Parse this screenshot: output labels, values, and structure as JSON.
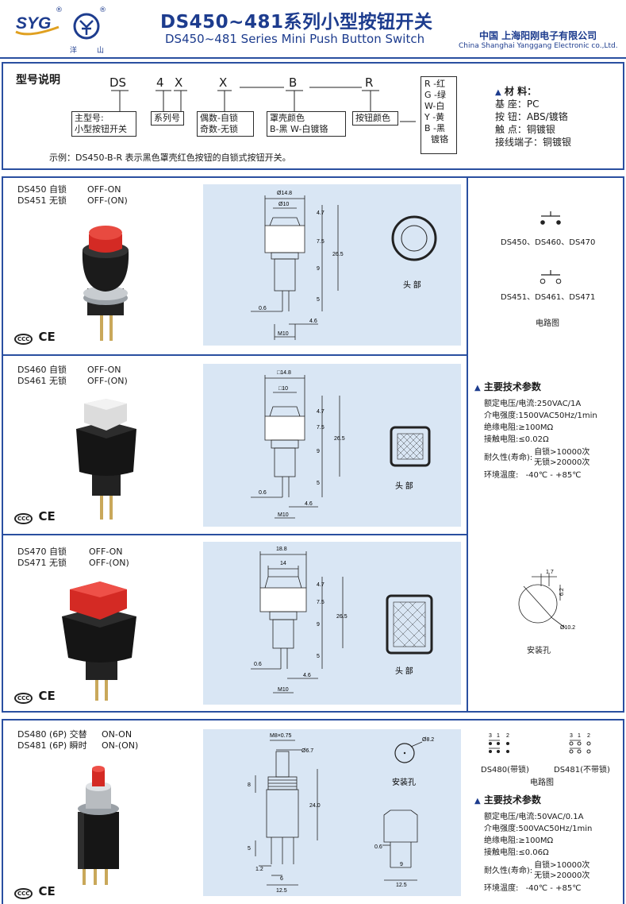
{
  "header": {
    "brand": "SYG",
    "brand_reg": "®",
    "logo2_left": "洋",
    "logo2_right": "山",
    "title_cn": "DS450~481系列小型按钮开关",
    "title_en": "DS450~481 Series Mini Push Button Switch",
    "company_cn": "中国  上海阳刚电子有限公司",
    "company_en": "China Shanghai Yanggang Electronic co.,Ltd."
  },
  "model": {
    "title": "型号说明",
    "codes": [
      "DS",
      "4",
      "X",
      "X",
      "B",
      "R"
    ],
    "labels": [
      {
        "l1": "主型号:",
        "l2": "小型按钮开关"
      },
      {
        "l1": "系列号",
        "l2": ""
      },
      {
        "l1": "偶数-自锁",
        "l2": "奇数-无锁"
      },
      {
        "l1": "罩壳颜色",
        "l2": "B-黑 W-白镀铬"
      },
      {
        "l1": "按钮颜色",
        "l2": ""
      }
    ],
    "colors": [
      "R -红",
      "G -绿",
      "W-白",
      "Y -黄",
      "B -黑",
      "镀铬"
    ],
    "example": "示例：DS450-B-R 表示黑色罩壳红色按钮的自锁式按钮开关。",
    "materials_title": "材 料：",
    "materials": [
      {
        "k": "基      座：",
        "v": "PC"
      },
      {
        "k": "按      钮：",
        "v": "ABS/镀铬"
      },
      {
        "k": "触      点：",
        "v": "铜镀银"
      },
      {
        "k": "接线端子：",
        "v": "铜镀银"
      }
    ]
  },
  "products": [
    {
      "r1a": "DS450 自锁",
      "r1b": "OFF-ON",
      "r2a": "DS451 无锁",
      "r2b": "OFF-(ON)"
    },
    {
      "r1a": "DS460 自锁",
      "r1b": "OFF-ON",
      "r2a": "DS461 无锁",
      "r2b": "OFF-(ON)"
    },
    {
      "r1a": "DS470 自锁",
      "r1b": "OFF-ON",
      "r2a": "DS471 无锁",
      "r2b": "OFF-(ON)"
    },
    {
      "r1a": "DS480 (6P) 交替",
      "r1b": "ON-ON",
      "r2a": "DS481 (6P) 瞬时",
      "r2b": "ON-(ON)"
    }
  ],
  "cert": {
    "ccc": "CCC",
    "ce": "CE"
  },
  "drawings": {
    "d450": {
      "w1": "Ø14.8",
      "w2": "Ø10",
      "h1": "4.7",
      "h2": "7.5",
      "h3": "26.5",
      "h4": "9",
      "h5": "5",
      "t1": "0.6",
      "t2": "4.6",
      "m": "M10"
    },
    "d460": {
      "w1": "□14.8",
      "w2": "□10",
      "h1": "4.7",
      "h2": "7.5",
      "h3": "26.5",
      "h4": "9",
      "h5": "5",
      "t1": "0.6",
      "t2": "4.6",
      "m": "M10"
    },
    "d470": {
      "w1": "18.8",
      "w2": "14",
      "h1": "4.7",
      "h2": "7.5",
      "h3": "26.5",
      "h4": "9",
      "h5": "5",
      "t1": "0.6",
      "t2": "4.6",
      "m": "M10"
    },
    "d480": {
      "top": "M8×0.75",
      "d": "Ø6.7",
      "h1": "8",
      "h2": "24.0",
      "h3": "5",
      "a": "1.2",
      "b": "6",
      "c": "12.5",
      "hole": "Ø8.2",
      "s1": "0.6",
      "s2": "9",
      "s3": "12.5"
    },
    "head_label": "头  部",
    "mount_label": "安装孔"
  },
  "circuit": {
    "nc_label": "DS450、DS460、DS470",
    "no_label": "DS451、DS461、DS471",
    "caption": "电路图",
    "mount_hole": "安装孔",
    "hole_w": "1.7",
    "hole_h": "6.2",
    "hole_d": "Ø10.2"
  },
  "specs": {
    "title": "主要技术参数",
    "rows": [
      {
        "k": "额定电压/电流:",
        "v": "250VAC/1A"
      },
      {
        "k": "介电强度:",
        "v": "1500VAC50Hz/1min"
      },
      {
        "k": "绝缘电阻:",
        "v": "≥100MΩ"
      },
      {
        "k": "接触电阻:",
        "v": "≤0.02Ω"
      }
    ],
    "dur_k": "耐久性(寿命):",
    "dur_v1": "自锁>10000次",
    "dur_v2": "无锁>20000次",
    "env_k": "环境温度:",
    "env_v": "-40℃ - +85℃"
  },
  "c480": {
    "pins": [
      "3",
      "1",
      "2"
    ],
    "label1": "DS480(带锁)",
    "label2": "DS481(不带锁)",
    "caption": "电路图"
  },
  "specs480": {
    "title": "主要技术参数",
    "rows": [
      {
        "k": "额定电压/电流:",
        "v": "50VAC/0.1A"
      },
      {
        "k": "介电强度:",
        "v": "500VAC50Hz/1min"
      },
      {
        "k": "绝缘电阻:",
        "v": "≥100MΩ"
      },
      {
        "k": "接触电阻:",
        "v": "≤0.06Ω"
      }
    ],
    "dur_k": "耐久性(寿命):",
    "dur_v1": "自锁>10000次",
    "dur_v2": "无锁>20000次",
    "env_k": "环境温度:",
    "env_v": "-40℃ - +85℃"
  }
}
